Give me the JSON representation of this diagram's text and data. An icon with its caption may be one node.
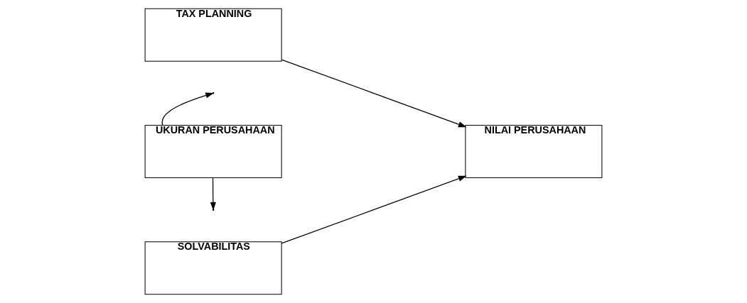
{
  "diagram": {
    "nodes": [
      {
        "text": [
          "TAX PLANNING"
        ]
      },
      {
        "text": [
          "UKURAN PERUSAHAAN"
        ]
      },
      {
        "text": [
          "NILAI PERUSAHAAN"
        ]
      },
      {
        "text": [
          "SOLVABILITAS"
        ]
      }
    ],
    "edges": [
      {
        "from": 0,
        "to": 2,
        "arrow": "to"
      },
      {
        "from": 3,
        "to": 2,
        "arrow": "to"
      },
      {
        "from": 1,
        "to": null,
        "arrow": "to"
      },
      {
        "from": 1,
        "to": null,
        "arrow": "to"
      }
    ]
  }
}
